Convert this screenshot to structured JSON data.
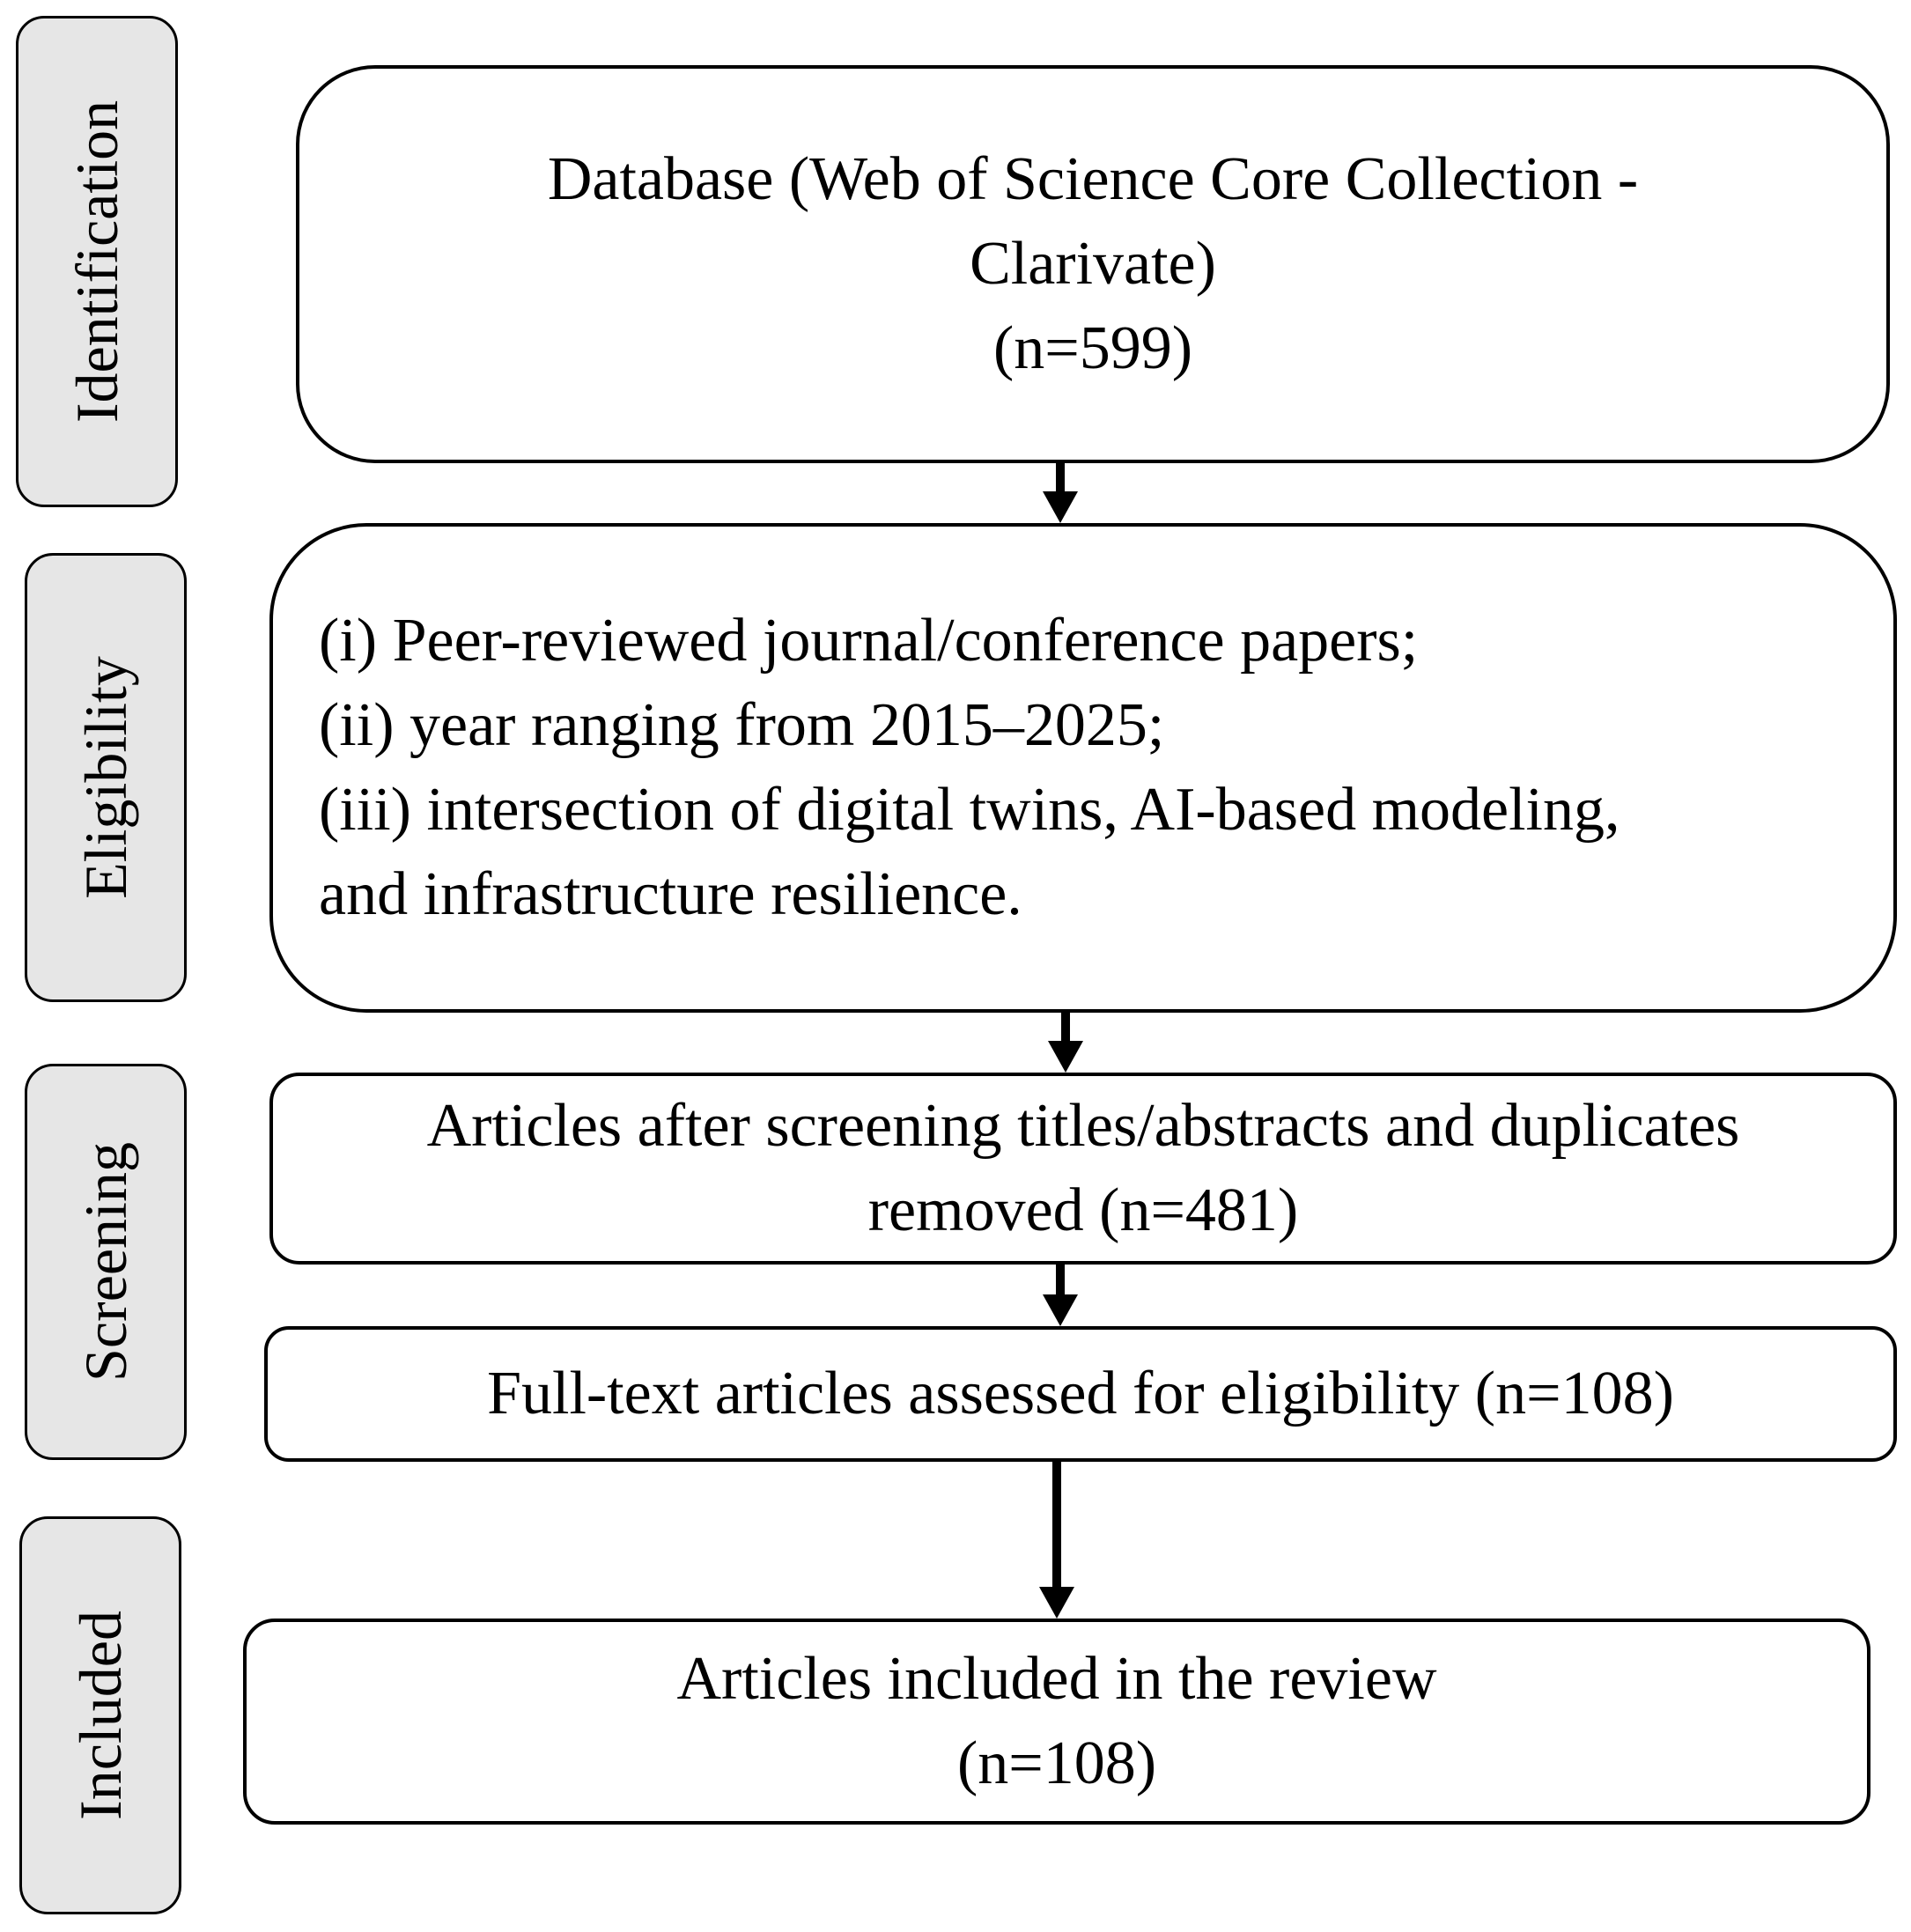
{
  "stages": {
    "identification": "Identification",
    "eligibility": "Eligibility",
    "screening": "Screening",
    "included": "Included"
  },
  "boxes": {
    "database": {
      "line1": "Database (Web of Science Core Collection -",
      "line2": "Clarivate)",
      "line3": "(n=599)"
    },
    "criteria": {
      "line1": "(i) Peer-reviewed journal/conference papers;",
      "line2": "(ii) year ranging from 2015–2025;",
      "line3": "(iii) intersection of digital twins, AI-based modeling,",
      "line4": "and infrastructure resilience."
    },
    "screened": {
      "line1": "Articles after screening titles/abstracts and duplicates",
      "line2": "removed (n=481)"
    },
    "fulltext": {
      "line1": "Full-text articles assessed for eligibility (n=108)"
    },
    "included": {
      "line1": "Articles included in the review",
      "line2": "(n=108)"
    }
  },
  "colors": {
    "stage_fill": "#e6e6e6",
    "box_fill": "#ffffff",
    "stroke": "#000000"
  }
}
